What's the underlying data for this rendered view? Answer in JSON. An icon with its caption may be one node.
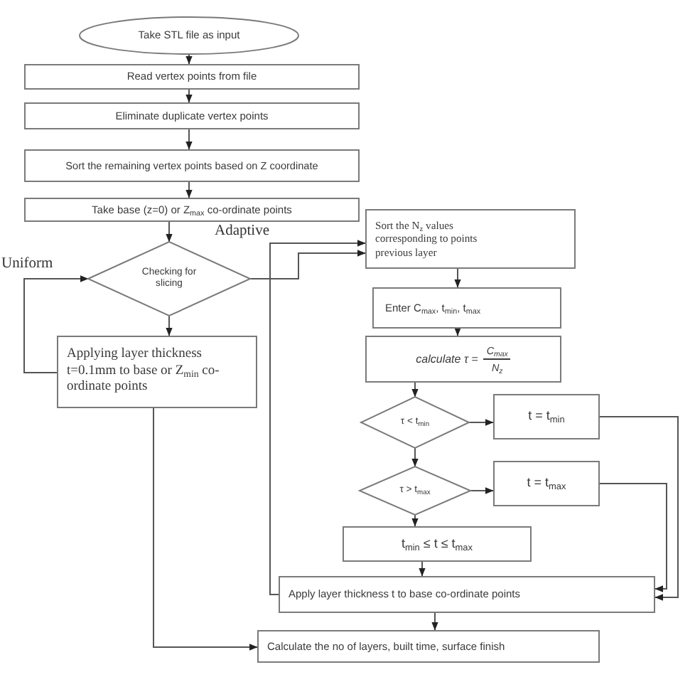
{
  "diagram": {
    "nodes": [
      {
        "text": [
          "Take STL file as input"
        ]
      },
      {
        "text": [
          "Read vertex points from file"
        ]
      },
      {
        "text": [
          "Eliminate duplicate vertex points"
        ]
      },
      {
        "text": [
          "Sort the remaining vertex points based on Z coordinate"
        ]
      },
      {
        "text": [
          "Take base (z=0) or Z$_{max}$ co-ordinate points"
        ]
      },
      {
        "text": [
          "Checking for slicing"
        ]
      },
      {
        "text": [
          "Applying layer thickness t=0.1mm to base or Z$_{min}$ co-ordinate points"
        ]
      },
      {
        "text": [
          "Sort the N$_{z}$ values corresponding to points previous layer"
        ]
      },
      {
        "text": [
          "Enter C$_{max}$, t$_{min}$, t$_{max}$"
        ]
      },
      {
        "text": [
          "calculate τ =",
          "C$_{max}$",
          "N$_{z}$"
        ]
      },
      {
        "text": [
          "τ < t$_{min}$"
        ]
      },
      {
        "text": [
          "t = t$_{min}$"
        ]
      },
      {
        "text": [
          "τ > t$_{max}$"
        ]
      },
      {
        "text": [
          "t = t$_{max}$"
        ]
      },
      {
        "text": [
          "t$_{min}$ ≤ t ≤ t$_{max}$"
        ]
      },
      {
        "text": [
          "Apply layer thickness t to base co-ordinate points"
        ]
      },
      {
        "text": [
          "Calculate the no of layers, built time, surface finish"
        ]
      }
    ],
    "edges": [
      {
        "from": 0,
        "to": 1,
        "arrow": "to"
      },
      {
        "from": 1,
        "to": 2,
        "arrow": "to"
      },
      {
        "from": 2,
        "to": 3,
        "arrow": "to"
      },
      {
        "from": 3,
        "to": 4,
        "arrow": "to"
      },
      {
        "from": 4,
        "to": 5,
        "arrow": "to"
      },
      {
        "from": 5,
        "to": 6,
        "arrow": "to"
      },
      {
        "from": 6,
        "to": 5,
        "arrow": "to"
      },
      {
        "from": 5,
        "to": 7,
        "arrow": "to"
      },
      {
        "from": 6,
        "to": 16,
        "arrow": "to"
      },
      {
        "from": 7,
        "to": 8,
        "arrow": "to"
      },
      {
        "from": 8,
        "to": 9,
        "arrow": "to"
      },
      {
        "from": 9,
        "to": 10,
        "arrow": "to"
      },
      {
        "from": 10,
        "to": 11,
        "arrow": "to"
      },
      {
        "from": 10,
        "to": 12,
        "arrow": "to"
      },
      {
        "from": 11,
        "to": 15,
        "arrow": "to"
      },
      {
        "from": 12,
        "to": 13,
        "arrow": "to"
      },
      {
        "from": 12,
        "to": 14,
        "arrow": "to"
      },
      {
        "from": 13,
        "to": 15,
        "arrow": "to"
      },
      {
        "from": 14,
        "to": 15,
        "arrow": "to"
      },
      {
        "from": 15,
        "to": 16,
        "arrow": "to"
      },
      {
        "from": 15,
        "to": 7,
        "arrow": "to"
      }
    ],
    "labels": [
      "Adaptive",
      "Uniform"
    ]
  }
}
